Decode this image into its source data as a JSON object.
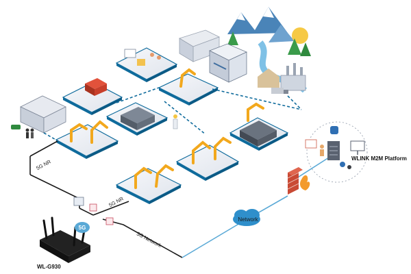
{
  "labels": {
    "link_left": "5G NR",
    "link_center": "5G NR",
    "link_network": "5G Network",
    "cloud": "Network",
    "platform": "WLINK M2M Platform",
    "router_model": "WL-G930",
    "router_badge": "5G"
  },
  "colors": {
    "platform_top": "#eef1f6",
    "platform_edge": "#0f6b9c",
    "network_line": "#5aa9d6",
    "wire": "#1a1a1a",
    "robot": "#f2a81d",
    "cloud": "#2f8fcb",
    "firewall": "#c94a35",
    "mountain": "#4a84b8",
    "tree": "#3a9b4a"
  },
  "icons": [
    "office-building-icon",
    "car-icon",
    "people-icon",
    "truck-icon",
    "meeting-icon",
    "robot-arm-icon",
    "conveyor-machine-icon",
    "worker-icon",
    "server-icon",
    "firewall-icon",
    "cloud-network-icon",
    "router-icon",
    "mountain-icon",
    "factory-icon"
  ]
}
